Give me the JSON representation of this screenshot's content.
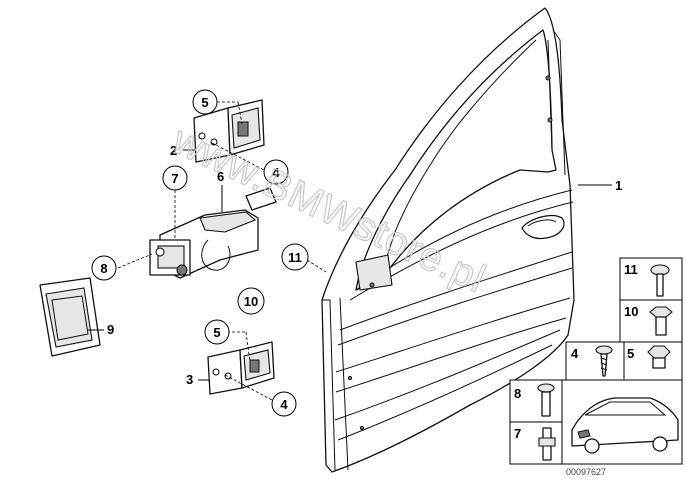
{
  "diagram": {
    "watermark": "www.BMWstore.pl",
    "part_code": "00097627",
    "callouts": {
      "c1": "1",
      "c2": "2",
      "c3": "3",
      "c4a": "4",
      "c4b": "4",
      "c5a": "5",
      "c5b": "5",
      "c6": "6",
      "c7": "7",
      "c8": "8",
      "c9": "9",
      "c10": "10",
      "c11": "11"
    },
    "hardware_panel": {
      "n11": "11",
      "n10": "10",
      "n4": "4",
      "n5": "5",
      "n8": "8",
      "n7": "7"
    }
  }
}
